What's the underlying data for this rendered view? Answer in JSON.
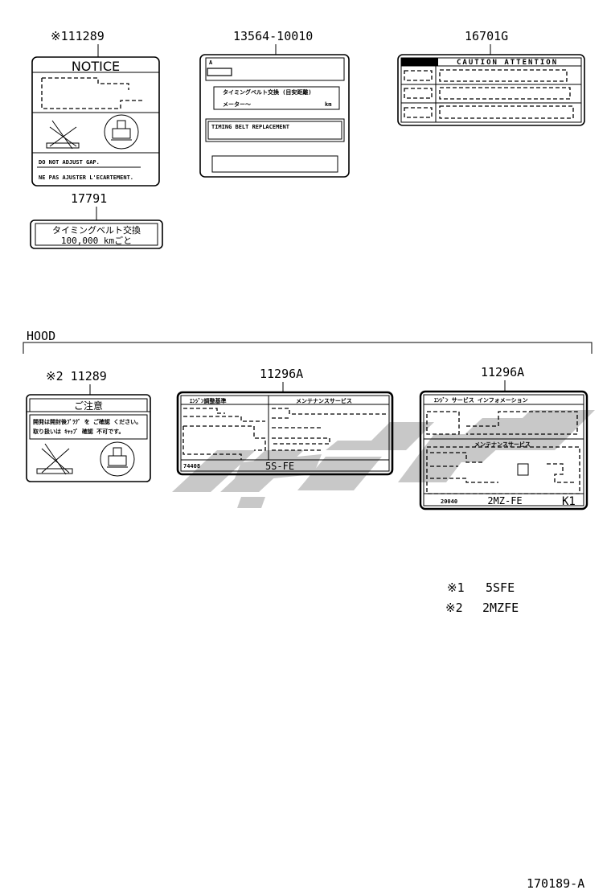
{
  "parts": {
    "p111289": "※111289",
    "p13564": "13564-10010",
    "p16701g": "16701G",
    "p17791": "17791",
    "p11289": "※2 11289",
    "p11296a_1": "11296A",
    "p11296a_2": "11296A"
  },
  "section": {
    "hood": "HOOD"
  },
  "labels": {
    "notice_title": "NOTICE",
    "notice_line1": "DO NOT ADJUST GAP.",
    "notice_line2": "NE PAS AJUSTER L'ECARTEMENT.",
    "belt_line1": "タイミングベルト交換",
    "belt_line2": "100,000 kmごと",
    "l13564_hdr": "タイミングベルト交換 (目安距離)",
    "l13564_row": "メーター～",
    "l13564_unit": "km",
    "l13564_foot": "TIMING BELT REPLACEMENT",
    "caution_title": "CAUTION ATTENTION",
    "caution_ja": "ご注意",
    "caution_ja_line1": "開発は開封後ﾌﾟﾗｸﾞ を ご確認 ください。",
    "caution_ja_line2": "取り扱いは ｷｬｯﾌﾟ 確認 不可です。",
    "l5s_left_hdr": "ｴﾝｼﾞﾝ調整基準",
    "l5s_right_hdr": "メンテナンスサービス",
    "l5s_code": "74408",
    "l5s_engine": "5S-FE",
    "l2mz_hdr": "ｴﾝｼﾞﾝ サービス インフォメーション",
    "l2mz_sub": "メンテナンスサービス",
    "l2mz_code": "20040",
    "l2mz_engine": "2MZ-FE",
    "l2mz_k1": "K1"
  },
  "legend": [
    {
      "mark": "※1",
      "text": "5SFE"
    },
    {
      "mark": "※2",
      "text": "2MZFE"
    }
  ],
  "diagram_id": "170189-A"
}
